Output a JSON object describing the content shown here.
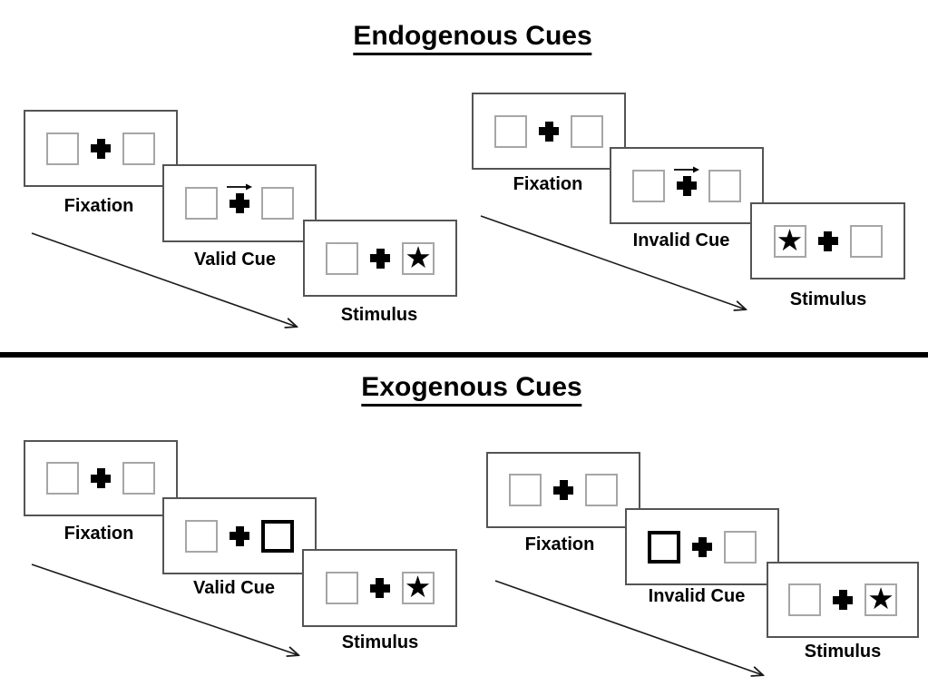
{
  "glyphs": {
    "star": "★"
  },
  "colors": {
    "background": "#ffffff",
    "panel_border": "#545454",
    "placeholder_border": "#a6a6a6",
    "cue_highlight_border": "#000000",
    "text": "#000000",
    "divider": "#000000"
  },
  "sections": [
    {
      "title": "Endogenous Cues",
      "cue_rendering": "small right-pointing arrow above central fixation cross",
      "sequences": [
        {
          "name": "valid-trial",
          "panels": [
            {
              "label": "Fixation",
              "type": "fixation"
            },
            {
              "label": "Valid Cue",
              "type": "cue",
              "cue": "arrow-right"
            },
            {
              "label": "Stimulus",
              "type": "stimulus",
              "star_side": "right"
            }
          ]
        },
        {
          "name": "invalid-trial",
          "panels": [
            {
              "label": "Fixation",
              "type": "fixation"
            },
            {
              "label": "Invalid Cue",
              "type": "cue",
              "cue": "arrow-right"
            },
            {
              "label": "Stimulus",
              "type": "stimulus",
              "star_side": "left"
            }
          ]
        }
      ]
    },
    {
      "title": "Exogenous Cues",
      "cue_rendering": "peripheral box drawn with thick black border",
      "sequences": [
        {
          "name": "valid-trial",
          "panels": [
            {
              "label": "Fixation",
              "type": "fixation"
            },
            {
              "label": "Valid Cue",
              "type": "cue",
              "cue": "bold-box-right"
            },
            {
              "label": "Stimulus",
              "type": "stimulus",
              "star_side": "right"
            }
          ]
        },
        {
          "name": "invalid-trial",
          "panels": [
            {
              "label": "Fixation",
              "type": "fixation"
            },
            {
              "label": "Invalid Cue",
              "type": "cue",
              "cue": "bold-box-left"
            },
            {
              "label": "Stimulus",
              "type": "stimulus",
              "star_side": "right"
            }
          ]
        }
      ]
    }
  ]
}
